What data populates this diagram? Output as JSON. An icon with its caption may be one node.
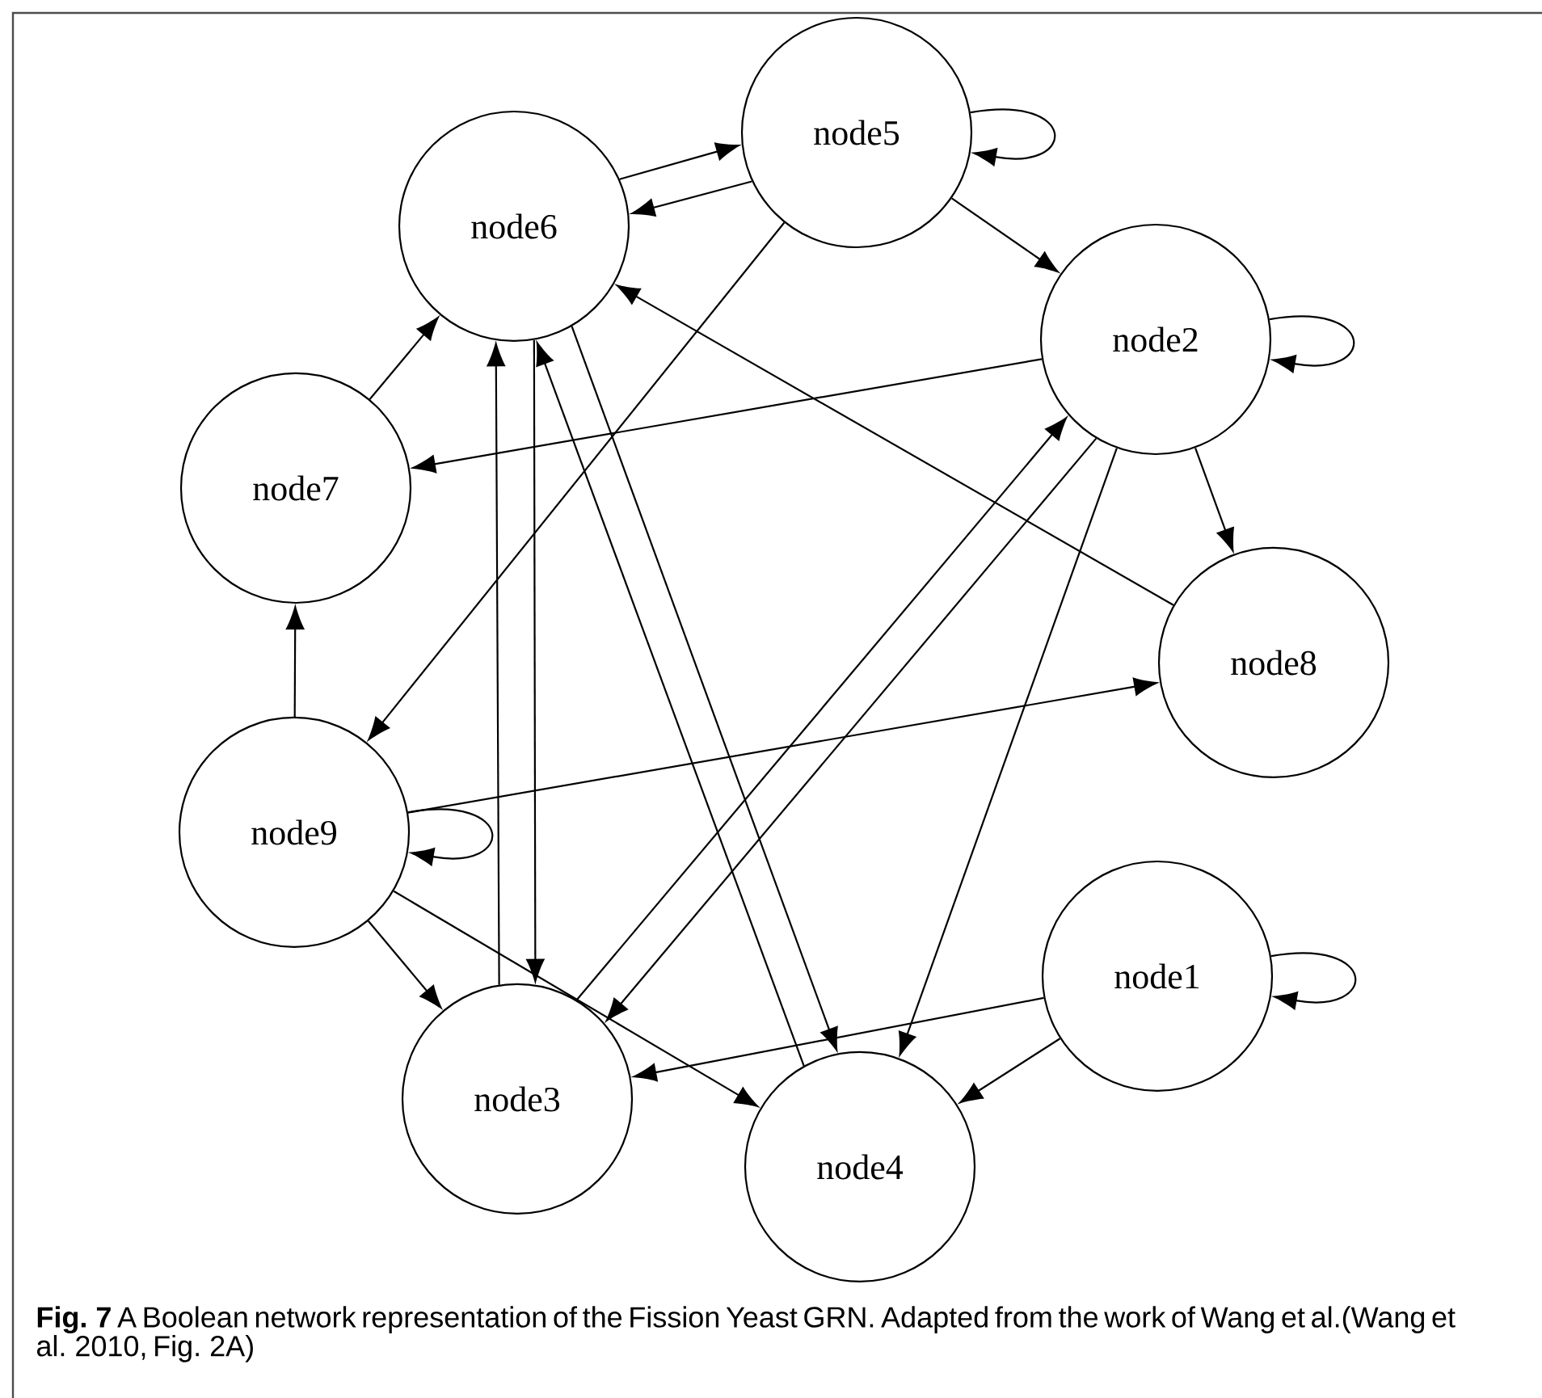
{
  "diagram": {
    "caption": "**Fig. 7** A Boolean network representation of the Fission Yeast GRN. Adapted from the work of Wang et al.(Wang et al. 2010, Fig. 2A)",
    "nodes": [
      {
        "text": [
          "node5"
        ]
      },
      {
        "text": [
          "node6"
        ]
      },
      {
        "text": [
          "node2"
        ]
      },
      {
        "text": [
          "node7"
        ]
      },
      {
        "text": [
          "node8"
        ]
      },
      {
        "text": [
          "node9"
        ]
      },
      {
        "text": [
          "node1"
        ]
      },
      {
        "text": [
          "node3"
        ]
      },
      {
        "text": [
          "node4"
        ]
      }
    ],
    "edges": [
      {
        "from": 1,
        "to": 0,
        "arrow": "to"
      },
      {
        "from": 0,
        "to": 1,
        "arrow": "to"
      },
      {
        "from": 0,
        "to": 0,
        "arrow": "to"
      },
      {
        "from": 0,
        "to": 2,
        "arrow": "to"
      },
      {
        "from": 0,
        "to": 5,
        "arrow": "to"
      },
      {
        "from": 2,
        "to": 2,
        "arrow": "to"
      },
      {
        "from": 2,
        "to": 3,
        "arrow": "to"
      },
      {
        "from": 2,
        "to": 4,
        "arrow": "to"
      },
      {
        "from": 4,
        "to": 1,
        "arrow": "to"
      },
      {
        "from": 3,
        "to": 1,
        "arrow": "to"
      },
      {
        "from": 5,
        "to": 3,
        "arrow": "to"
      },
      {
        "from": 5,
        "to": 5,
        "arrow": "to"
      },
      {
        "from": 5,
        "to": 4,
        "arrow": "to"
      },
      {
        "from": 5,
        "to": 7,
        "arrow": "to"
      },
      {
        "from": 5,
        "to": 8,
        "arrow": "to"
      },
      {
        "from": 7,
        "to": 1,
        "arrow": "to"
      },
      {
        "from": 1,
        "to": 7,
        "arrow": "to"
      },
      {
        "from": 8,
        "to": 1,
        "arrow": "to"
      },
      {
        "from": 1,
        "to": 8,
        "arrow": "to"
      },
      {
        "from": 7,
        "to": 2,
        "arrow": "to"
      },
      {
        "from": 2,
        "to": 7,
        "arrow": "to"
      },
      {
        "from": 2,
        "to": 8,
        "arrow": "to"
      },
      {
        "from": 6,
        "to": 7,
        "arrow": "to"
      },
      {
        "from": 6,
        "to": 8,
        "arrow": "to"
      },
      {
        "from": 6,
        "to": 6,
        "arrow": "to"
      }
    ]
  }
}
